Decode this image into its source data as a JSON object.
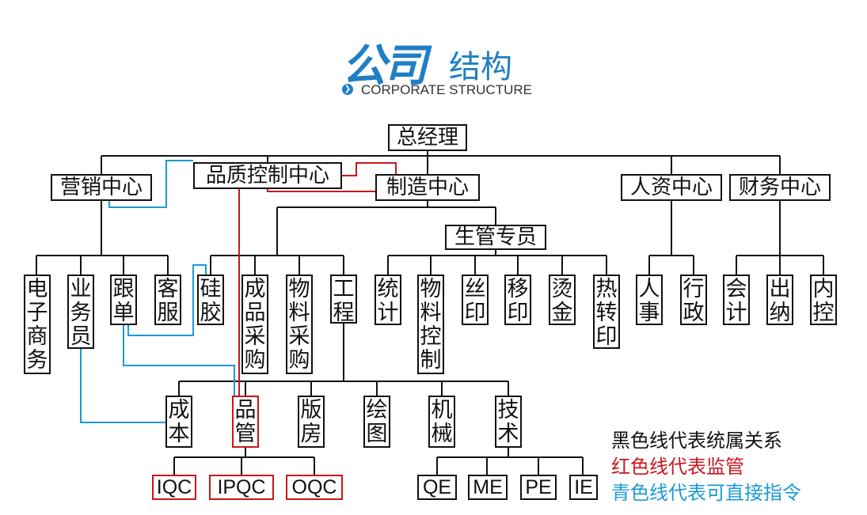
{
  "header": {
    "logo_text": "公司",
    "title_cn": "结构",
    "title_en": "CORPORATE STRUCTURE",
    "title_icon": "chevron-right-icon"
  },
  "org": {
    "gm": "总经理",
    "marketing": "营销中心",
    "quality": "品质控制中心",
    "manufacturing": "制造中心",
    "hr": "人资中心",
    "finance": "财务中心",
    "production_planner": "生管专员",
    "ecommerce": "电子商务",
    "sales": "业务员",
    "follow_up": "跟单",
    "customer_service": "客服",
    "silicone": "硅胶",
    "product_purchase": "成品采购",
    "material_purchase": "物料采购",
    "engineering": "工程",
    "statistics": "统计",
    "material_control": "物料控制",
    "silk_print": "丝印",
    "pad_print": "移印",
    "hot_stamp": "烫金",
    "heat_transfer": "热转印",
    "personnel": "人事",
    "admin": "行政",
    "accounting": "会计",
    "cashier": "出纳",
    "internal_control": "内控",
    "cost": "成本",
    "qc_mgmt": "品管",
    "plate_room": "版房",
    "drawing": "绘图",
    "machinery": "机械",
    "technology": "技术",
    "iqc": "IQC",
    "ipqc": "IPQC",
    "oqc": "OQC",
    "qe": "QE",
    "me": "ME",
    "pe": "PE",
    "ie": "IE"
  },
  "legend": {
    "black": "黑色线代表统属关系",
    "red": "红色线代表监管",
    "blue": "青色线代表可直接指令"
  },
  "colors": {
    "black": "#111111",
    "red": "#c8161d",
    "blue": "#1a9ad6",
    "brand": "#1f7fc4"
  }
}
